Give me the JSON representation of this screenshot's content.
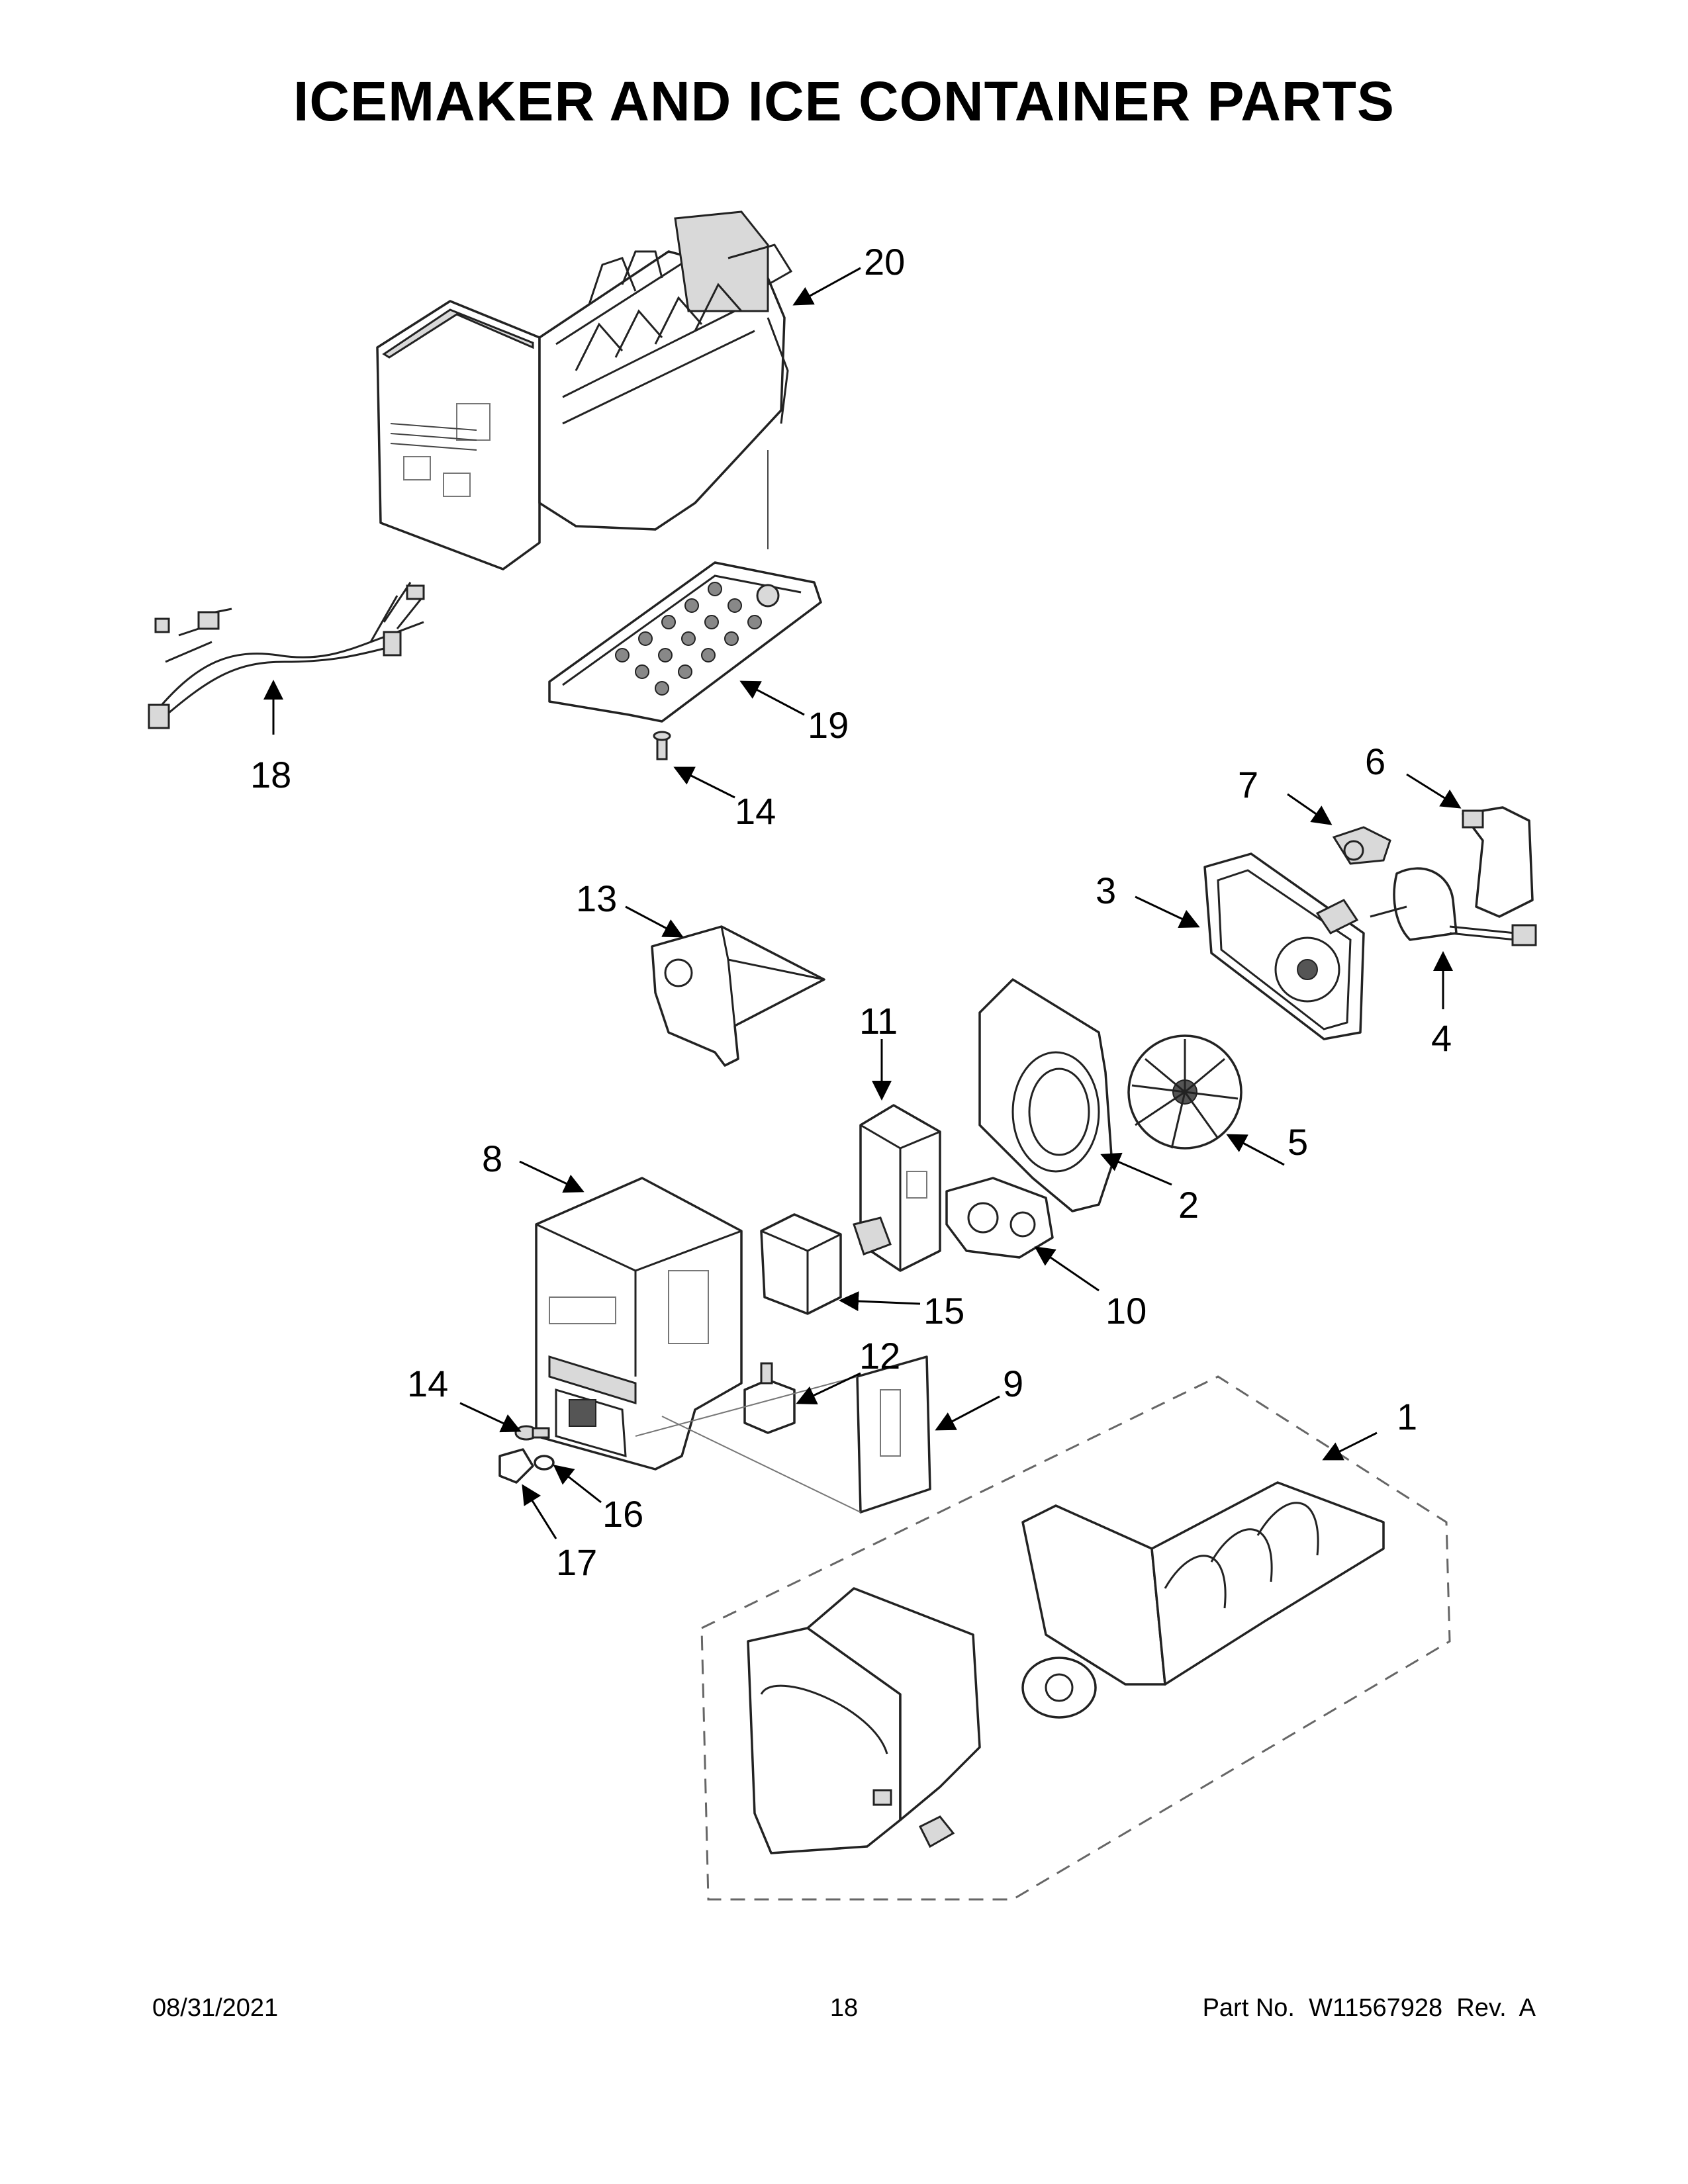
{
  "title": "ICEMAKER AND ICE CONTAINER PARTS",
  "callouts": [
    {
      "id": "20",
      "label": "20"
    },
    {
      "id": "18",
      "label": "18"
    },
    {
      "id": "19",
      "label": "19"
    },
    {
      "id": "14a",
      "label": "14"
    },
    {
      "id": "7",
      "label": "7"
    },
    {
      "id": "6",
      "label": "6"
    },
    {
      "id": "3",
      "label": "3"
    },
    {
      "id": "4",
      "label": "4"
    },
    {
      "id": "13",
      "label": "13"
    },
    {
      "id": "11",
      "label": "11"
    },
    {
      "id": "5",
      "label": "5"
    },
    {
      "id": "8",
      "label": "8"
    },
    {
      "id": "2",
      "label": "2"
    },
    {
      "id": "15",
      "label": "15"
    },
    {
      "id": "10",
      "label": "10"
    },
    {
      "id": "12",
      "label": "12"
    },
    {
      "id": "9",
      "label": "9"
    },
    {
      "id": "14b",
      "label": "14"
    },
    {
      "id": "1",
      "label": "1"
    },
    {
      "id": "16",
      "label": "16"
    },
    {
      "id": "17",
      "label": "17"
    }
  ],
  "footer": {
    "date": "08/31/2021",
    "page": "18",
    "part_no": "Part No.  W11567928  Rev.  A"
  }
}
